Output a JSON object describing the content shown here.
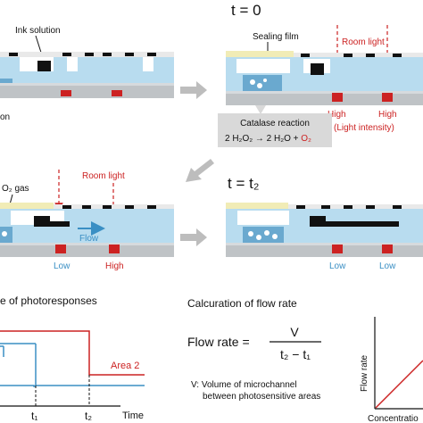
{
  "panels": {
    "top_left": {
      "ink_label": "Ink solution",
      "cut_label": "on"
    },
    "top_right": {
      "time_label": "t = 0",
      "sealing_label": "Sealing film",
      "room_light_label": "Room light",
      "high_left": "High",
      "high_right": "High",
      "intensity_label": "(Light intensity)"
    },
    "reaction": {
      "title": "Catalase reaction",
      "equation_prefix": "2 H₂O₂ → 2 H₂O + ",
      "equation_o2": "O₂"
    },
    "mid_left": {
      "o2_label": "O₂ gas",
      "room_light_label": "Room light",
      "flow_label": "Flow",
      "low_label": "Low",
      "high_label": "High"
    },
    "mid_right": {
      "time_label": "t = t₂",
      "low_left": "Low",
      "low_right": "Low"
    }
  },
  "photoresponse": {
    "title": "e of photoresponses",
    "area2_label": "Area 2",
    "t1_label": "t₁",
    "t2_label": "t₂",
    "time_label": "Time"
  },
  "flowrate": {
    "title": "Calcuration of flow rate",
    "formula_lhs": "Flow rate  =",
    "numerator": "V",
    "denominator": "t₂ − t₁",
    "note_line1": "V: Volume of microchannel",
    "note_line2": "between photosensitive areas",
    "ylabel": "Flow rate",
    "xlabel": "Concentratio"
  },
  "colors": {
    "red": "#cc2222",
    "blue": "#3a8fc4",
    "channel": "#b8dcef",
    "film": "#f1ecb6"
  }
}
